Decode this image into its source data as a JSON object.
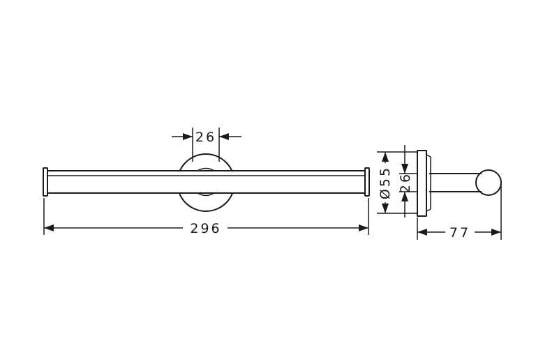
{
  "dimensions": {
    "rosette_width": "26",
    "overall_length": "296",
    "rosette_diameter": "Ø55",
    "bar_diameter": "26",
    "projection": "77"
  }
}
